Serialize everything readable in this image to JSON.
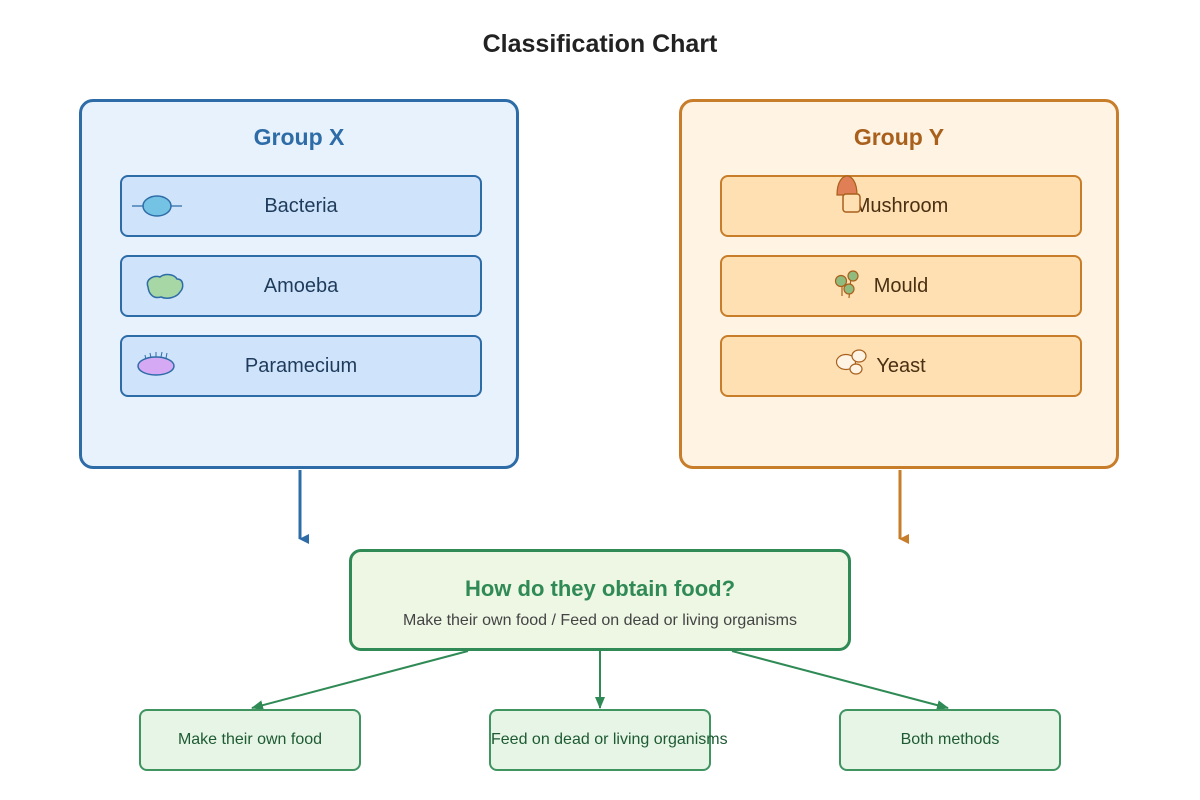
{
  "title": "Classification Chart",
  "group_x": {
    "title": "Group X",
    "items": [
      {
        "label": "Bacteria",
        "icon": "bacteria-icon"
      },
      {
        "label": "Amoeba",
        "icon": "amoeba-icon"
      },
      {
        "label": "Paramecium",
        "icon": "paramecium-icon"
      }
    ]
  },
  "group_y": {
    "title": "Group Y",
    "items": [
      {
        "label": "Mushroom",
        "icon": "mushroom-icon"
      },
      {
        "label": "Mould",
        "icon": "mould-icon"
      },
      {
        "label": "Yeast",
        "icon": "yeast-icon"
      }
    ]
  },
  "question": {
    "title": "How do they obtain food?",
    "subtitle": "Make their own food / Feed on dead or living organisms"
  },
  "answers": [
    {
      "label": "Make their own food"
    },
    {
      "label": "Feed on dead or living organisms"
    },
    {
      "label": "Both methods"
    }
  ],
  "colors": {
    "group_x": "#2e6ca8",
    "group_y": "#c77d29",
    "question": "#2f8a55"
  }
}
